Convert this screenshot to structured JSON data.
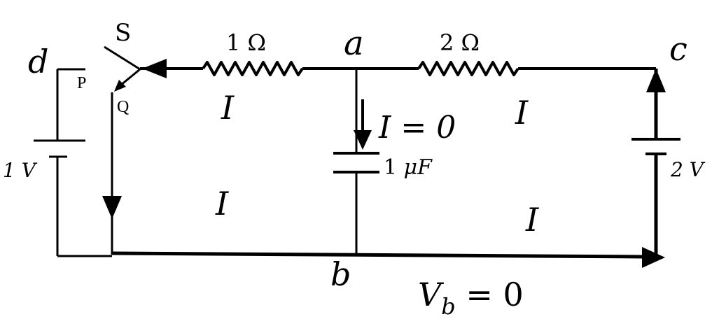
{
  "circuit": {
    "nodes": {
      "a": "a",
      "b": "b",
      "c": "c",
      "d": "d"
    },
    "switch": {
      "label": "S",
      "terminal_p": "P",
      "terminal_q": "Q"
    },
    "resistors": {
      "left": "1 Ω",
      "right": "2 Ω"
    },
    "capacitor": {
      "value_prefix": "1 ",
      "value_unit": "μF"
    },
    "batteries": {
      "left": "1 V",
      "right": "2 V"
    },
    "currents": {
      "top_left": "I",
      "top_right": "I",
      "bottom_left": "I",
      "bottom_right": "I",
      "capacitor_branch": "I = 0"
    },
    "potential": {
      "symbol": "V",
      "subscript": "b",
      "rest": " = 0"
    }
  }
}
